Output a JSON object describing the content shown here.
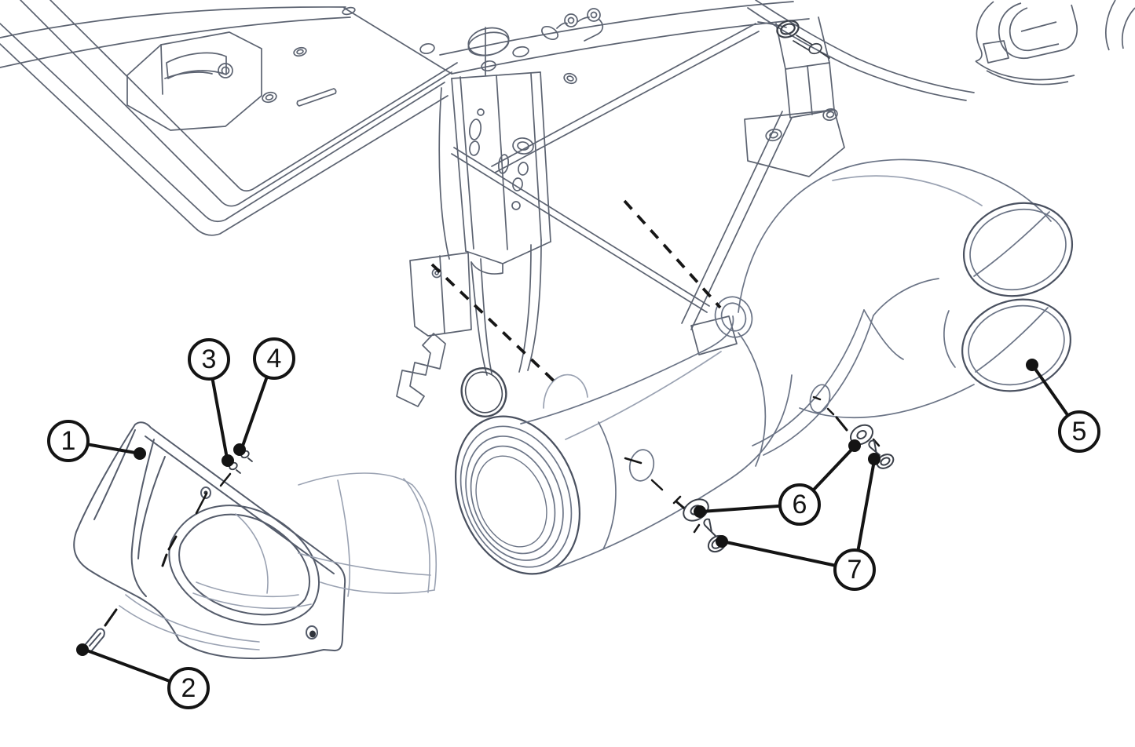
{
  "diagram": {
    "background": "#ffffff",
    "line_color": "#5c6371",
    "light_line_color": "#9aa2b2",
    "bold_line_color": "#454b57",
    "callout_color": "#141414",
    "callouts": [
      {
        "label": "1"
      },
      {
        "label": "2"
      },
      {
        "label": "3"
      },
      {
        "label": "4"
      },
      {
        "label": "5"
      },
      {
        "label": "6"
      },
      {
        "label": "7"
      }
    ]
  }
}
